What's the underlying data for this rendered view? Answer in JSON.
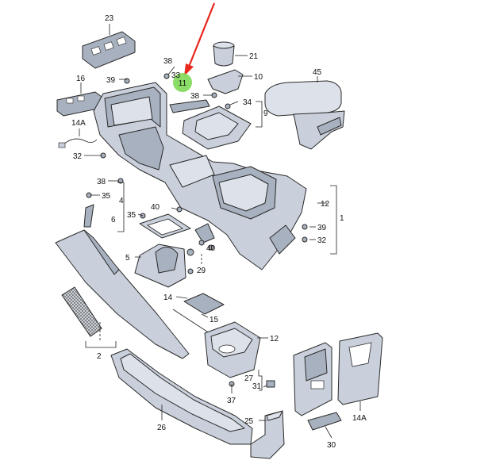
{
  "diagram": {
    "callouts": {
      "c23": "23",
      "c21": "21",
      "c38a": "38",
      "c39a": "39",
      "c33": "33",
      "c10": "10",
      "c45": "45",
      "c16": "16",
      "c38b": "38",
      "c34": "34",
      "c9": "9",
      "c14a_top": "14A",
      "c32a": "32",
      "c38c": "38",
      "c35a": "35",
      "c4": "4",
      "c6": "6",
      "c35b": "35",
      "c40a": "40",
      "c12a": "12",
      "c1": "1",
      "c39b": "39",
      "c32b": "32",
      "c40b": "40",
      "c5": "5",
      "c29": "29",
      "c14": "14",
      "c15": "15",
      "c12b": "12",
      "c2": "2",
      "c27": "27",
      "c31": "31",
      "c37": "37",
      "c26": "26",
      "c25": "25",
      "c14a_bot": "14A",
      "c30": "30",
      "marker": "11"
    },
    "colors": {
      "arrow": "#e8281e",
      "marker": "#7ed957",
      "part": "#c9d0db",
      "line": "#2a2a2a"
    }
  }
}
